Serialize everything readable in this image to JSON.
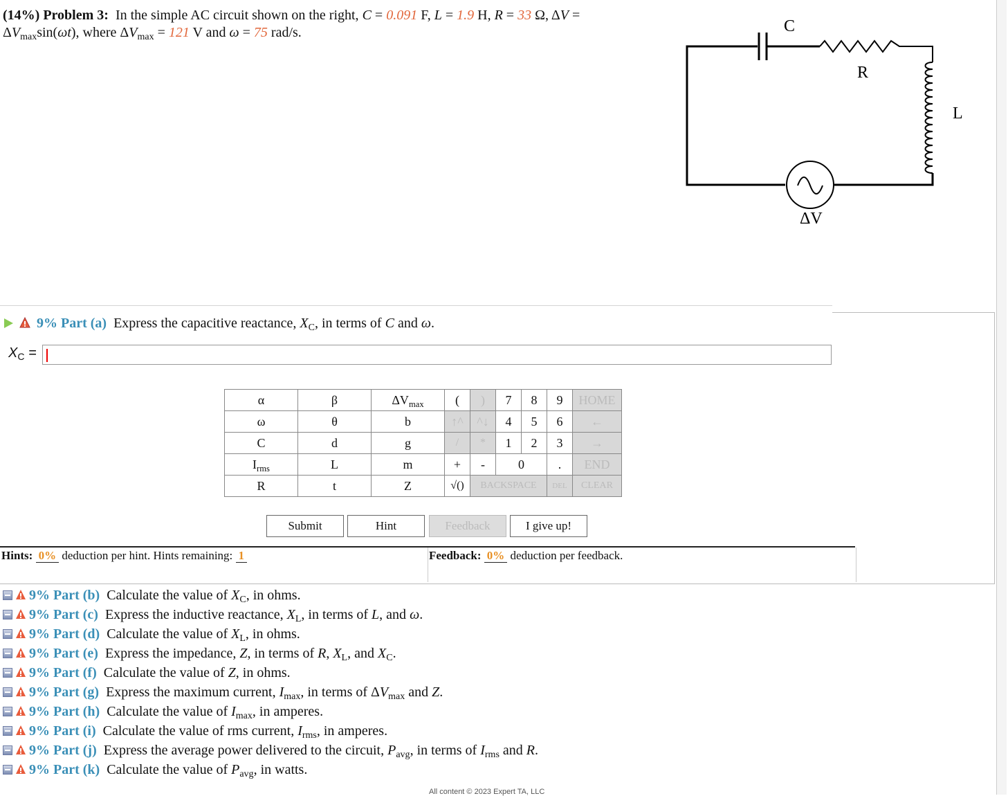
{
  "problem": {
    "weight": "(14%)",
    "title": "Problem 3:",
    "text1": "In the simple AC circuit shown on the right,",
    "C_val": "0.091",
    "C_unit": "F,",
    "L_val": "1.9",
    "L_unit": "H,",
    "R_val": "33",
    "R_unit": "Ω,",
    "dvmax_val": "121",
    "dvmax_unit": "V and",
    "omega_val": "75",
    "omega_unit": "rad/s."
  },
  "circuit": {
    "label_c": "C",
    "label_r": "R",
    "label_l": "L",
    "label_v": "ΔV"
  },
  "part_a": {
    "weight": "9%",
    "label": "Part (a)",
    "text_pre": "Express the capacitive reactance,",
    "text_post": "in terms of",
    "answer_value": ""
  },
  "keypad": {
    "vars": [
      [
        "α",
        "β",
        "ΔVmax"
      ],
      [
        "ω",
        "θ",
        "b"
      ],
      [
        "C",
        "d",
        "g"
      ],
      [
        "Irms",
        "L",
        "m"
      ],
      [
        "R",
        "t",
        "Z"
      ]
    ],
    "home": "HOME",
    "end": "END",
    "backspace": "BACKSPACE",
    "del": "DEL",
    "clear": "CLEAR",
    "sqrt": "√()"
  },
  "buttons": {
    "submit": "Submit",
    "hint": "Hint",
    "feedback": "Feedback",
    "give_up": "I give up!"
  },
  "hints": {
    "label": "Hints:",
    "deduction": "0%",
    "mid": "deduction per hint. Hints remaining:",
    "remaining": "1"
  },
  "feedback": {
    "label": "Feedback:",
    "deduction": "0%",
    "mid": "deduction per feedback."
  },
  "parts": [
    {
      "label": "Part (b)"
    },
    {
      "label": "Part (c)"
    },
    {
      "label": "Part (d)"
    },
    {
      "label": "Part (e)"
    },
    {
      "label": "Part (f)"
    },
    {
      "label": "Part (g)"
    },
    {
      "label": "Part (h)"
    },
    {
      "label": "Part (i)"
    },
    {
      "label": "Part (j)"
    },
    {
      "label": "Part (k)"
    }
  ],
  "part_weight": "9%",
  "footer": "All content © 2023 Expert TA, LLC"
}
